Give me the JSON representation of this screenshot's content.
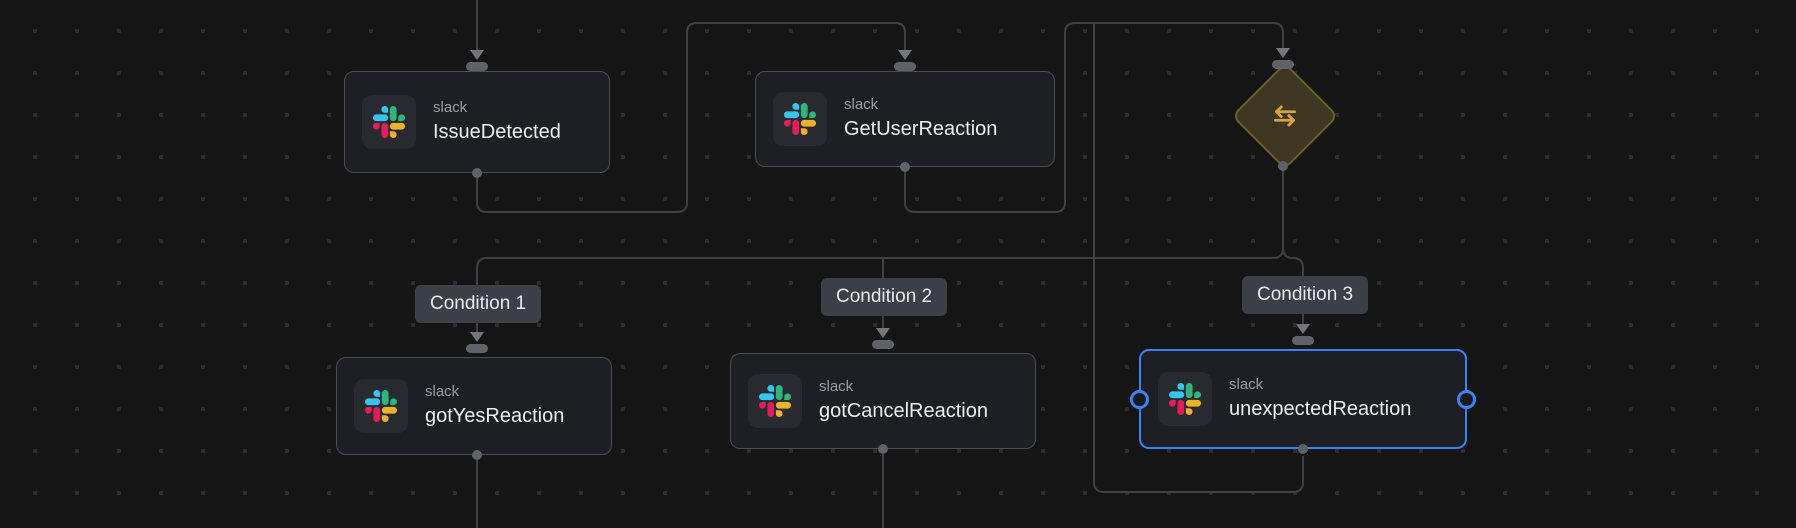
{
  "canvas": {
    "type": "workflow-editor",
    "colors": {
      "background": "#151516",
      "dot_grid": "#2e2e30",
      "edge": "#3e4044",
      "node_background": "#1d1f24",
      "node_border": "#4a4c53",
      "selection_accent": "#3b82f6",
      "condition_badge_background": "#3b3f46",
      "switch_node_fill": "#3d3622",
      "switch_node_accent": "#d9a43f",
      "slack_blue": "#36C5F0",
      "slack_green": "#2EB67D",
      "slack_yellow": "#ECB22E",
      "slack_red": "#E01E5A"
    }
  },
  "nodes": {
    "issue_detected": {
      "app": "slack",
      "title": "IssueDetected",
      "selected": false
    },
    "get_user_reaction": {
      "app": "slack",
      "title": "GetUserReaction",
      "selected": false
    },
    "switch": {
      "icon": "swap-arrows-icon",
      "selected": false
    },
    "got_yes_reaction": {
      "app": "slack",
      "title": "gotYesReaction",
      "selected": false
    },
    "got_cancel_reaction": {
      "app": "slack",
      "title": "gotCancelReaction",
      "selected": false
    },
    "unexpected_reaction": {
      "app": "slack",
      "title": "unexpectedReaction",
      "selected": true
    }
  },
  "conditions": [
    {
      "label": "Condition 1"
    },
    {
      "label": "Condition 2"
    },
    {
      "label": "Condition 3"
    }
  ]
}
